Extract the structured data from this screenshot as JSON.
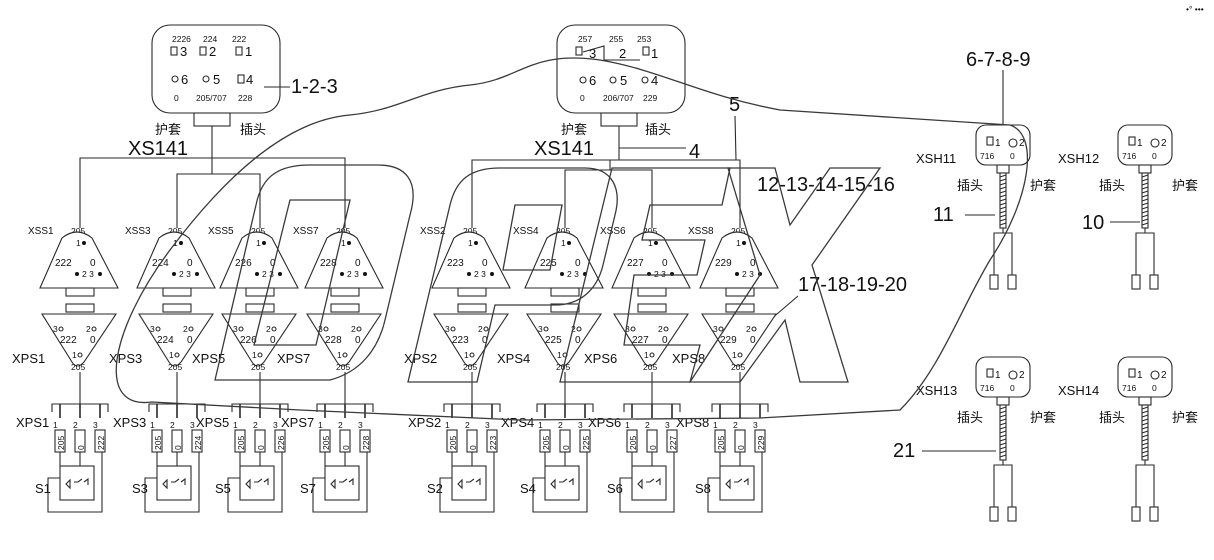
{
  "labels": {
    "top_right_mark": "•° •••",
    "callout_1_2_3": "1-2-3",
    "callout_4": "4",
    "callout_5": "5",
    "callout_6_9": "6-7-8-9",
    "callout_10": "10",
    "callout_11": "11",
    "callout_12_16": "12-13-14-15-16",
    "callout_17_20": "17-18-19-20",
    "callout_21": "21",
    "watermark": "OPEX"
  },
  "plugs": [
    {
      "top": [
        "2226",
        "224",
        "222"
      ],
      "pins_top": [
        "3",
        "2",
        "1"
      ],
      "pins_bottom": [
        "6",
        "5",
        "4"
      ],
      "bottom": [
        "0",
        "205/707",
        "228"
      ],
      "sheath": "护套",
      "plug": "插头",
      "name": "XS141"
    },
    {
      "top": [
        "257",
        "255",
        "253"
      ],
      "pins_top": [
        "3",
        "2",
        "1"
      ],
      "pins_bottom": [
        "6",
        "5",
        "4"
      ],
      "bottom": [
        "0",
        "206/707",
        "229"
      ],
      "sheath": "护套",
      "plug": "插头",
      "name": "XS141"
    }
  ],
  "sockets": [
    {
      "name": "XSS1",
      "top": "205",
      "pin1": "1",
      "mid_left": "222",
      "mid_right": "0",
      "pins": "2 3"
    },
    {
      "name": "XSS3",
      "top": "205",
      "pin1": "1",
      "mid_left": "224",
      "mid_right": "0",
      "pins": "2 3"
    },
    {
      "name": "XSS5",
      "top": "205",
      "pin1": "1",
      "mid_left": "226",
      "mid_right": "0",
      "pins": "2 3"
    },
    {
      "name": "XSS7",
      "top": "205",
      "pin1": "1",
      "mid_left": "228",
      "mid_right": "0",
      "pins": "2 3"
    },
    {
      "name": "XSS2",
      "top": "205",
      "pin1": "1",
      "mid_left": "223",
      "mid_right": "0",
      "pins": "2 3"
    },
    {
      "name": "XSS4",
      "top": "205",
      "pin1": "1",
      "mid_left": "225",
      "mid_right": "0",
      "pins": "2 3"
    },
    {
      "name": "XSS6",
      "top": "205",
      "pin1": "1",
      "mid_left": "227",
      "mid_right": "0",
      "pins": "2 3"
    },
    {
      "name": "XSS8",
      "top": "205",
      "pin1": "1",
      "mid_left": "229",
      "mid_right": "0",
      "pins": "2 3"
    }
  ],
  "plug_sockets": [
    {
      "name": "XPS1",
      "p3": "3",
      "p2": "2",
      "left": "222",
      "right": "0",
      "p1": "1",
      "bottom": "205"
    },
    {
      "name": "XPS3",
      "p3": "3",
      "p2": "2",
      "left": "224",
      "right": "0",
      "p1": "1",
      "bottom": "205"
    },
    {
      "name": "XPS5",
      "p3": "3",
      "p2": "2",
      "left": "226",
      "right": "0",
      "p1": "1",
      "bottom": "205"
    },
    {
      "name": "XPS7",
      "p3": "3",
      "p2": "2",
      "left": "228",
      "right": "0",
      "p1": "1",
      "bottom": "205"
    },
    {
      "name": "XPS2",
      "p3": "3",
      "p2": "2",
      "left": "223",
      "right": "0",
      "p1": "1",
      "bottom": "205"
    },
    {
      "name": "XPS4",
      "p3": "3",
      "p2": "2",
      "left": "225",
      "right": "0",
      "p1": "1",
      "bottom": "205"
    },
    {
      "name": "XPS6",
      "p3": "3",
      "p2": "2",
      "left": "227",
      "right": "0",
      "p1": "1",
      "bottom": "205"
    },
    {
      "name": "XPS8",
      "p3": "3",
      "p2": "2",
      "left": "229",
      "right": "0",
      "p1": "1",
      "bottom": "205"
    }
  ],
  "terminals": [
    {
      "name": "XPS1",
      "p1": "1",
      "p2": "2",
      "p3": "3",
      "w1": "205",
      "w2": "0",
      "w3": "222",
      "switch": "S1"
    },
    {
      "name": "XPS3",
      "p1": "1",
      "p2": "2",
      "p3": "3",
      "w1": "205",
      "w2": "0",
      "w3": "224",
      "switch": "S3"
    },
    {
      "name": "XPS5",
      "p1": "1",
      "p2": "2",
      "p3": "3",
      "w1": "205",
      "w2": "0",
      "w3": "226",
      "switch": "S5"
    },
    {
      "name": "XPS7",
      "p1": "1",
      "p2": "2",
      "p3": "3",
      "w1": "205",
      "w2": "0",
      "w3": "228",
      "switch": "S7"
    },
    {
      "name": "XPS2",
      "p1": "1",
      "p2": "2",
      "p3": "3",
      "w1": "205",
      "w2": "0",
      "w3": "223",
      "switch": "S2"
    },
    {
      "name": "XPS4",
      "p1": "1",
      "p2": "2",
      "p3": "3",
      "w1": "205",
      "w2": "0",
      "w3": "225",
      "switch": "S4"
    },
    {
      "name": "XPS6",
      "p1": "1",
      "p2": "2",
      "p3": "3",
      "w1": "205",
      "w2": "0",
      "w3": "227",
      "switch": "S6"
    },
    {
      "name": "XPS8",
      "p1": "1",
      "p2": "2",
      "p3": "3",
      "w1": "205",
      "w2": "0",
      "w3": "229",
      "switch": "S8"
    }
  ],
  "xsh": [
    {
      "name": "XSH11",
      "p1": "1",
      "p2": "2",
      "w1": "716",
      "w2": "0",
      "plug": "插头",
      "sheath": "护套"
    },
    {
      "name": "XSH12",
      "p1": "1",
      "p2": "2",
      "w1": "716",
      "w2": "0",
      "plug": "插头",
      "sheath": "护套"
    },
    {
      "name": "XSH13",
      "p1": "1",
      "p2": "2",
      "w1": "716",
      "w2": "0",
      "plug": "插头",
      "sheath": "护套"
    },
    {
      "name": "XSH14",
      "p1": "1",
      "p2": "2",
      "w1": "716",
      "w2": "0",
      "plug": "插头",
      "sheath": "护套"
    }
  ]
}
